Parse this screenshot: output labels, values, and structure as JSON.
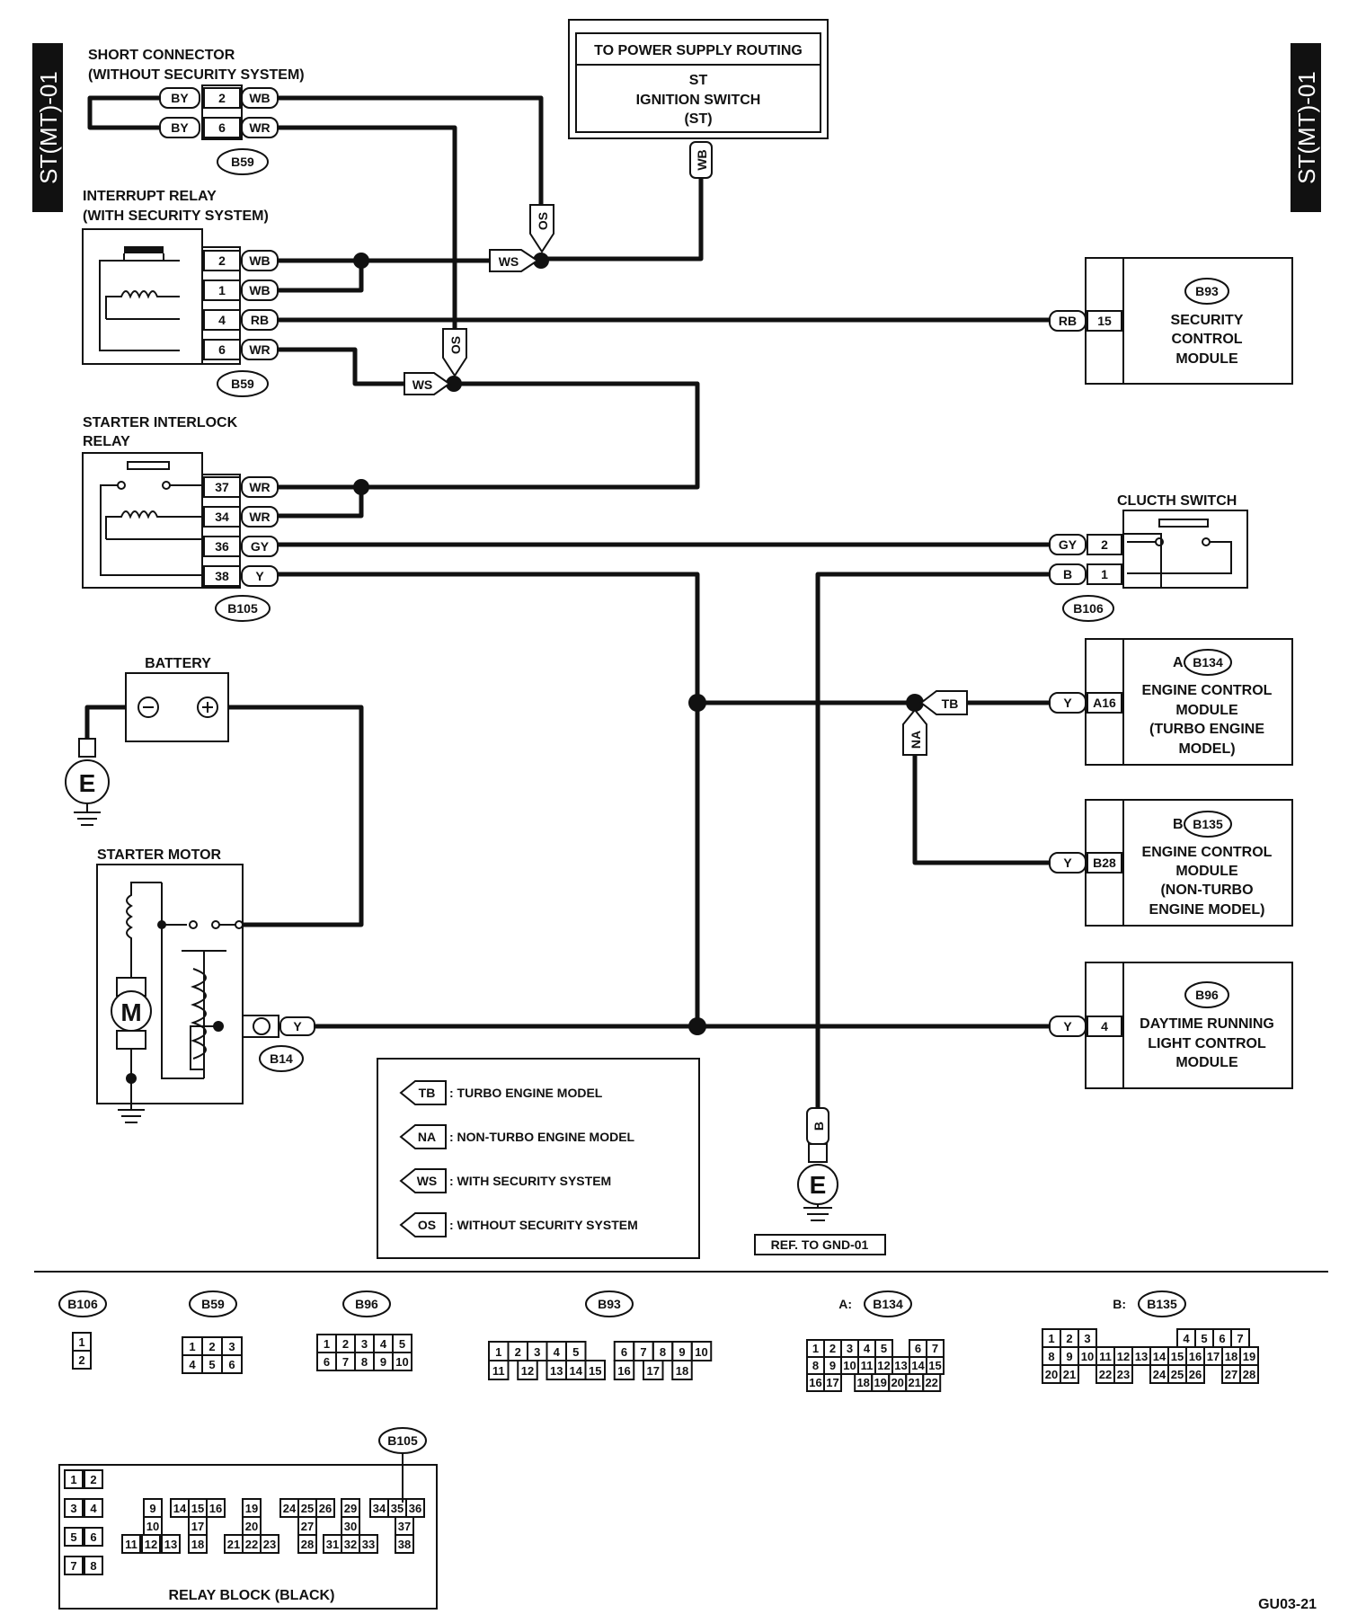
{
  "page_tab_left": "ST(MT)-01",
  "page_tab_right": "ST(MT)-01",
  "figure_code": "GU03-21",
  "power_box": {
    "header": "TO POWER SUPPLY ROUTING",
    "line1": "ST",
    "line2": "IGNITION SWITCH",
    "line3": "(ST)",
    "wire": "WB"
  },
  "short_connector": {
    "title1": "SHORT CONNECTOR",
    "title2": "(WITHOUT SECURITY SYSTEM)",
    "conn": "B59",
    "rows": [
      {
        "left": "BY",
        "pin": "2",
        "wire": "WB"
      },
      {
        "left": "BY",
        "pin": "6",
        "wire": "WR"
      }
    ]
  },
  "interrupt_relay": {
    "title1": "INTERRUPT RELAY",
    "title2": "(WITH SECURITY SYSTEM)",
    "conn": "B59",
    "rows": [
      {
        "pin": "2",
        "wire": "WB"
      },
      {
        "pin": "1",
        "wire": "WB"
      },
      {
        "pin": "4",
        "wire": "RB"
      },
      {
        "pin": "6",
        "wire": "WR"
      }
    ]
  },
  "starter_relay": {
    "title1": "STARTER INTERLOCK",
    "title2": "RELAY",
    "conn": "B105",
    "rows": [
      {
        "pin": "37",
        "wire": "WR"
      },
      {
        "pin": "34",
        "wire": "WR"
      },
      {
        "pin": "36",
        "wire": "GY"
      },
      {
        "pin": "38",
        "wire": "Y"
      }
    ]
  },
  "security_module": {
    "conn": "B93",
    "line1": "SECURITY",
    "line2": "CONTROL",
    "line3": "MODULE",
    "wire": "RB",
    "pin": "15"
  },
  "clutch_switch": {
    "title": "CLUCTH SWITCH",
    "conn": "B106",
    "rows": [
      {
        "wire": "GY",
        "pin": "2"
      },
      {
        "wire": "B",
        "pin": "1"
      }
    ]
  },
  "ecm_turbo": {
    "prefix": "A:",
    "conn": "B134",
    "line1": "ENGINE CONTROL",
    "line2": "MODULE",
    "line3": "(TURBO ENGINE",
    "line4": "MODEL)",
    "wire": "Y",
    "pin": "A16"
  },
  "ecm_nonturbo": {
    "prefix": "B:",
    "conn": "B135",
    "line1": "ENGINE CONTROL",
    "line2": "MODULE",
    "line3": "(NON-TURBO",
    "line4": "ENGINE MODEL)",
    "wire": "Y",
    "pin": "B28"
  },
  "drl_module": {
    "conn": "B96",
    "line1": "DAYTIME RUNNING",
    "line2": "LIGHT CONTROL",
    "line3": "MODULE",
    "wire": "Y",
    "pin": "4"
  },
  "battery": {
    "label": "BATTERY",
    "ground": "E"
  },
  "starter_motor": {
    "label": "STARTER MOTOR",
    "motor": "M",
    "conn": "B14",
    "wire": "Y"
  },
  "splice_tags": {
    "os1": "OS",
    "ws1": "WS",
    "os2": "OS",
    "ws2": "WS",
    "tb": "TB",
    "na": "NA"
  },
  "ground_ref": {
    "wire": "B",
    "ground": "E",
    "ref": "REF. TO GND-01"
  },
  "legend": [
    {
      "code": "TB",
      "text": ": TURBO ENGINE MODEL"
    },
    {
      "code": "NA",
      "text": ": NON-TURBO ENGINE MODEL"
    },
    {
      "code": "WS",
      "text": ": WITH SECURITY SYSTEM"
    },
    {
      "code": "OS",
      "text": ": WITHOUT SECURITY SYSTEM"
    }
  ],
  "connector_views": {
    "b106": {
      "name": "B106",
      "pins": [
        "1",
        "2"
      ]
    },
    "b59": {
      "name": "B59",
      "pins": [
        "1",
        "2",
        "3",
        "4",
        "5",
        "6"
      ]
    },
    "b96": {
      "name": "B96",
      "pins": [
        "1",
        "2",
        "3",
        "4",
        "5",
        "6",
        "7",
        "8",
        "9",
        "10"
      ]
    },
    "b93": {
      "name": "B93",
      "pins": [
        "1",
        "2",
        "3",
        "4",
        "5",
        "6",
        "7",
        "8",
        "9",
        "10",
        "11",
        "12",
        "13",
        "14",
        "15",
        "16",
        "17",
        "18"
      ]
    },
    "b134": {
      "prefix": "A:",
      "name": "B134",
      "pins": [
        "1",
        "2",
        "3",
        "4",
        "5",
        "6",
        "7",
        "8",
        "9",
        "10",
        "11",
        "12",
        "13",
        "14",
        "15",
        "16",
        "17",
        "18",
        "19",
        "20",
        "21",
        "22"
      ]
    },
    "b135": {
      "prefix": "B:",
      "name": "B135",
      "pins": [
        "1",
        "2",
        "3",
        "4",
        "5",
        "6",
        "7",
        "8",
        "9",
        "10",
        "11",
        "12",
        "13",
        "14",
        "15",
        "16",
        "17",
        "18",
        "19",
        "20",
        "21",
        "22",
        "23",
        "24",
        "25",
        "26",
        "27",
        "28"
      ]
    },
    "relay_block": {
      "name": "B105",
      "title": "RELAY BLOCK (BLACK)",
      "pins": [
        "1",
        "2",
        "3",
        "4",
        "5",
        "6",
        "7",
        "8",
        "9",
        "10",
        "11",
        "12",
        "13",
        "14",
        "15",
        "16",
        "17",
        "19",
        "18",
        "20",
        "21",
        "22",
        "23",
        "24",
        "25",
        "26",
        "27",
        "28",
        "29",
        "30",
        "31",
        "32",
        "33",
        "34",
        "35",
        "36",
        "37",
        "38"
      ]
    }
  }
}
